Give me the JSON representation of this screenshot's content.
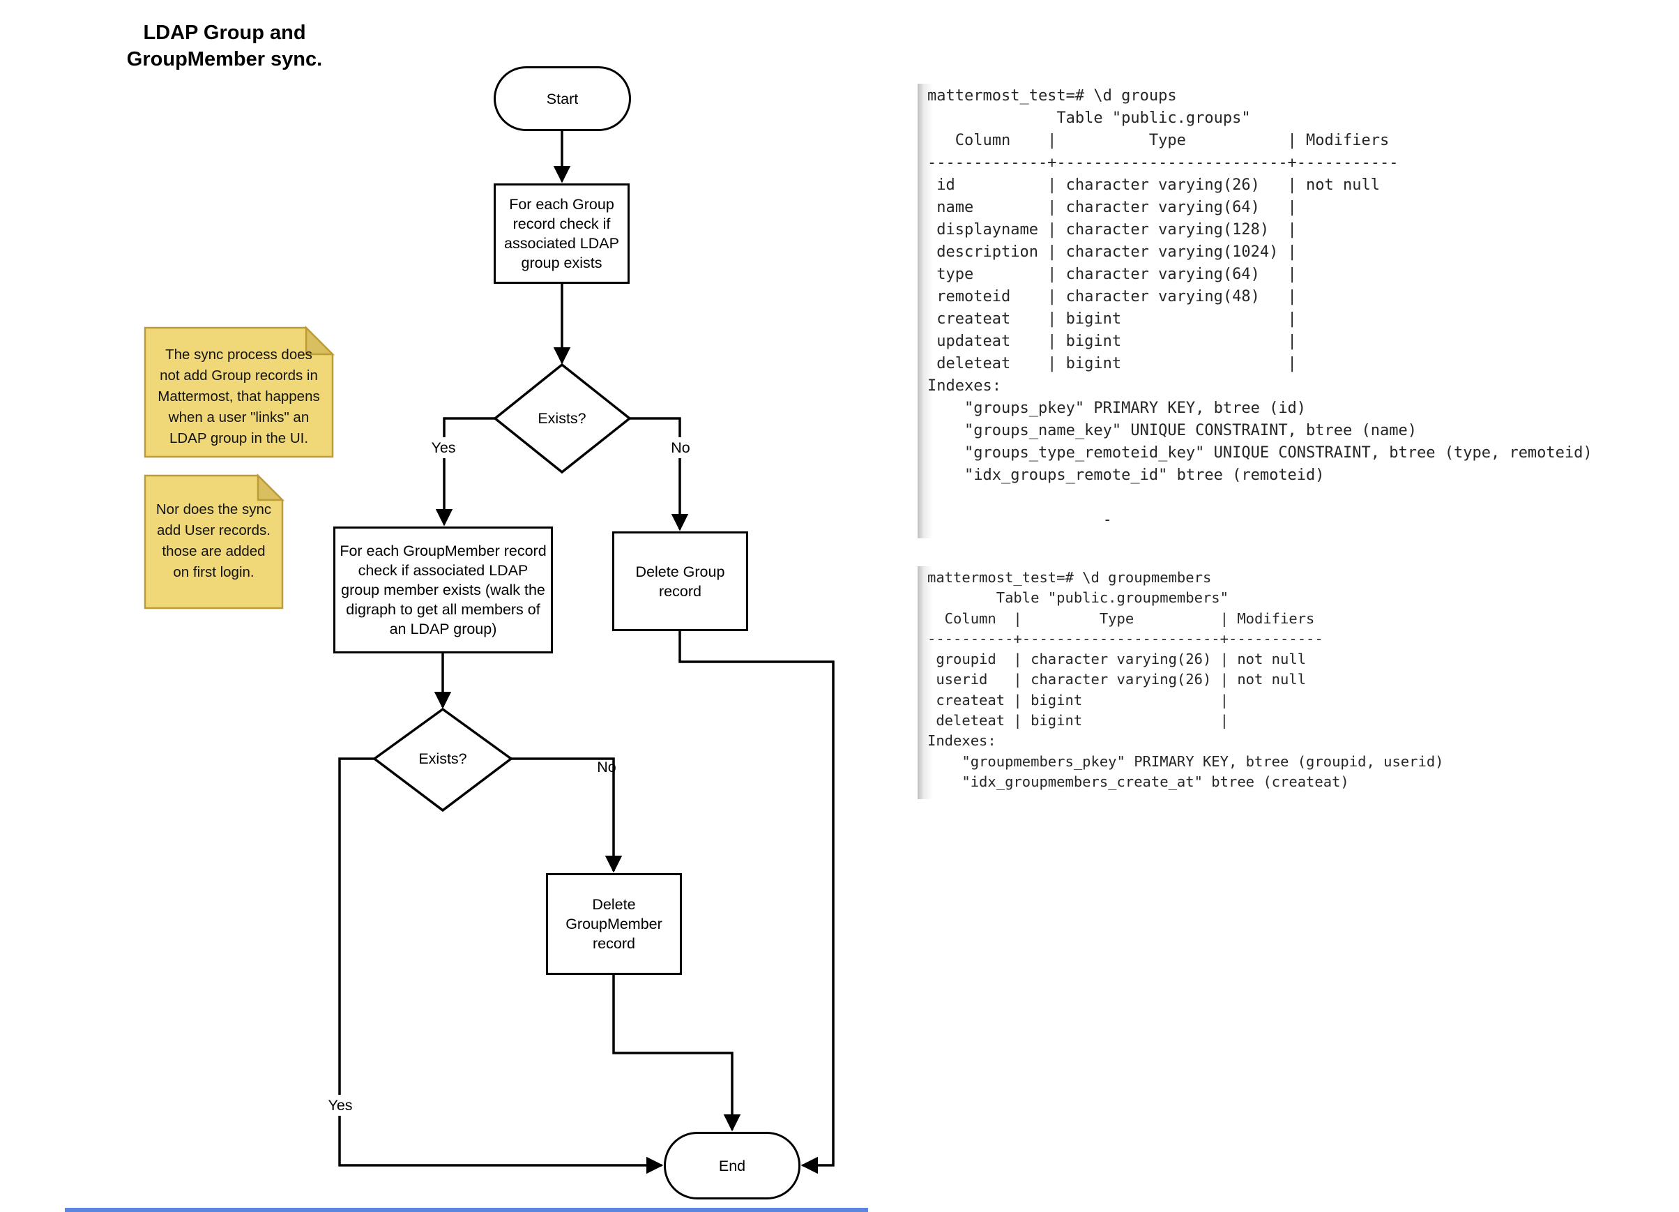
{
  "title": {
    "line1": "LDAP Group and",
    "line2": "GroupMember sync."
  },
  "flowchart": {
    "start_label": "Start",
    "step_check_group": "For each Group\nrecord check if\nassociated LDAP\ngroup exists",
    "decision_group_exists": "Exists?",
    "decision_group_yes": "Yes",
    "decision_group_no": "No",
    "step_check_groupmember": "For each GroupMember record\ncheck if associated LDAP\ngroup member exists (walk the\ndigraph to get all members of\nan LDAP group)",
    "step_delete_group": "Delete Group\nrecord",
    "decision_member_exists": "Exists?",
    "decision_member_yes": "Yes",
    "decision_member_no": "No",
    "step_delete_groupmember": "Delete\nGroupMember\nrecord",
    "end_label": "End"
  },
  "notes": {
    "note_group_sync": "The sync process does\nnot add Group records in\nMattermost, that happens\nwhen a user \"links\" an\nLDAP group in the UI.",
    "note_user_sync": "Nor does the sync\nadd User records.\nthose are added\non first login."
  },
  "terminals": {
    "groups_output": "mattermost_test=# \\d groups\n              Table \"public.groups\"\n   Column    |          Type           | Modifiers\n-------------+-------------------------+-----------\n id          | character varying(26)   | not null\n name        | character varying(64)   | \n displayname | character varying(128)  | \n description | character varying(1024) | \n type        | character varying(64)   | \n remoteid    | character varying(48)   | \n createat    | bigint                  | \n updateat    | bigint                  | \n deleteat    | bigint                  | \nIndexes:\n    \"groups_pkey\" PRIMARY KEY, btree (id)\n    \"groups_name_key\" UNIQUE CONSTRAINT, btree (name)\n    \"groups_type_remoteid_key\" UNIQUE CONSTRAINT, btree (type, remoteid)\n    \"idx_groups_remote_id\" btree (remoteid)\n\n                   -",
    "groupmembers_output": "mattermost_test=# \\d groupmembers\n        Table \"public.groupmembers\"\n  Column  |         Type          | Modifiers\n----------+-----------------------+-----------\n groupid  | character varying(26) | not null\n userid   | character varying(26) | not null\n createat | bigint                | \n deleteat | bigint                | \nIndexes:\n    \"groupmembers_pkey\" PRIMARY KEY, btree (groupid, userid)\n    \"idx_groupmembers_create_at\" btree (createat)"
  },
  "colors": {
    "line": "#000000",
    "note_fill": "#F0D878",
    "note_fold": "#D9BF5F",
    "note_border": "#BD9C36",
    "terminal_gutter": "#BFBFBF",
    "bottom_bar": "#5C85E0"
  }
}
